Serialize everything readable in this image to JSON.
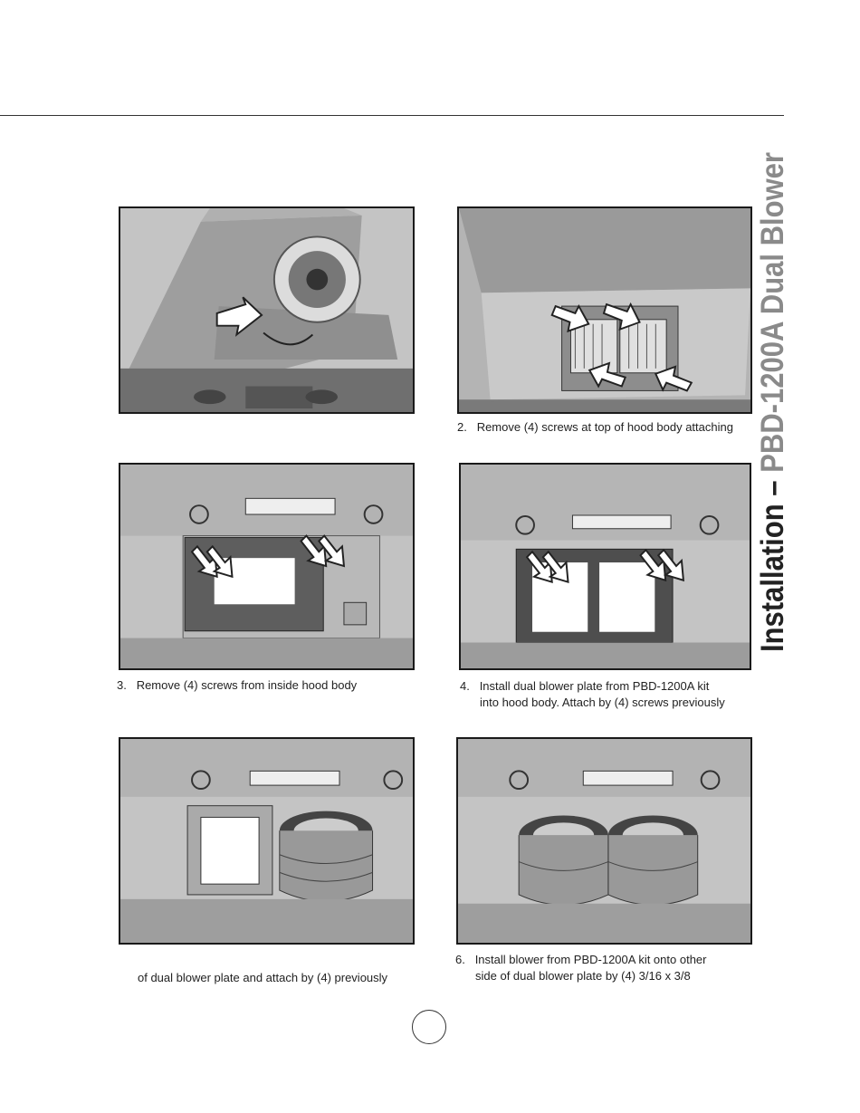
{
  "section_title": {
    "prefix": "Installation – ",
    "product": "PBD-1200A Dual Blower",
    "prefix_color": "#222222",
    "product_color": "#8a8a8a"
  },
  "figures": [
    {
      "id": "fig-1",
      "label": "photo-hood-blower-wiring"
    },
    {
      "id": "fig-2",
      "label": "photo-hood-top-screws"
    },
    {
      "id": "fig-3",
      "label": "photo-hood-inside-screws"
    },
    {
      "id": "fig-4",
      "label": "photo-dual-blower-plate"
    },
    {
      "id": "fig-5",
      "label": "photo-single-blower-installed"
    },
    {
      "id": "fig-6",
      "label": "photo-two-blowers-installed"
    }
  ],
  "captions": {
    "step2": {
      "num": "2.",
      "line1": "Remove (4) screws at top of hood body attaching"
    },
    "step3": {
      "num": "3.",
      "line1": "Remove (4) screws from inside hood body"
    },
    "step4": {
      "num": "4.",
      "line1": "Install dual blower plate from PBD-1200A kit",
      "line2": "into hood body. Attach by (4) screws previously"
    },
    "step5": {
      "line2": "of dual blower plate and attach by (4) previously"
    },
    "step6": {
      "num": "6.",
      "line1": "Install blower from PBD-1200A kit onto other",
      "line2": "side of dual blower plate by (4) 3/16 x 3/8"
    }
  }
}
